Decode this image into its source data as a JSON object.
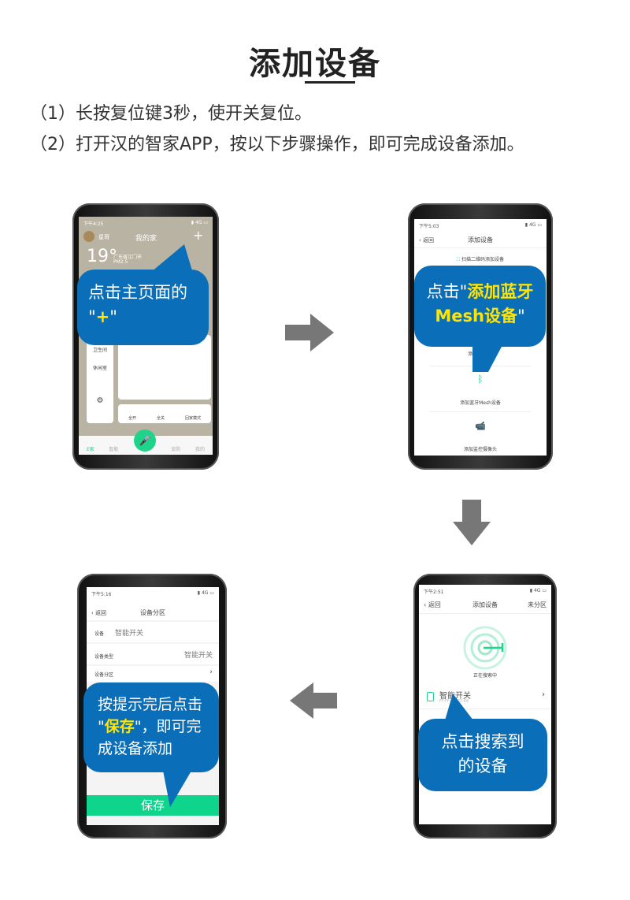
{
  "title": "添加设备",
  "steps": [
    "（1）长按复位键3秒，使开关复位。",
    "（2）打开汉的智家APP，按以下步骤操作，即可完成设备添加。"
  ],
  "phone1": {
    "time": "下午4:25",
    "user": "星哥",
    "home": "我的家",
    "plus": "+",
    "temp": "19°",
    "location": "广东省江门市",
    "pm": "PM2.5",
    "rooms": [
      "卫生间",
      "休闲室"
    ],
    "scenes": [
      "全开",
      "全关",
      "回家模式"
    ],
    "tabs": [
      "E家",
      "智能",
      "安防",
      "我的"
    ],
    "bubble": [
      "点击主页面的",
      "\"",
      "+",
      "\""
    ]
  },
  "phone2": {
    "time": "下午5:03",
    "back": "返回",
    "title": "添加设备",
    "scan": "扫描二维码添加设备",
    "gateway": "添加网口设备",
    "mesh": "添加蓝牙Mesh设备",
    "camera": "添加监控摄像头",
    "bubble": [
      "点击\"",
      "添加蓝牙Mesh设备",
      "\""
    ]
  },
  "phone3": {
    "time": "下午5:16",
    "back": "返回",
    "title": "设备分区",
    "device_label": "设备",
    "device_value": "智能开关",
    "type_label": "设备类型",
    "type_value": "智能开关",
    "zone_label": "设备分区",
    "save": "保存",
    "bubble": [
      "按提示完后点击",
      "\"",
      "保存",
      "\"，即可完成设备添加"
    ]
  },
  "phone4": {
    "time": "下午2:51",
    "back": "返回",
    "title": "添加设备",
    "zone": "未分区",
    "searching": "正在搜索中",
    "device": "智能开关",
    "mac": "FF:FF:CB:32:68",
    "bubble": "点击搜索到的设备"
  },
  "colors": {
    "bubble": "#0a6fb8",
    "highlight": "#ffe500",
    "green": "#1ed38a",
    "arrow": "#777777"
  }
}
